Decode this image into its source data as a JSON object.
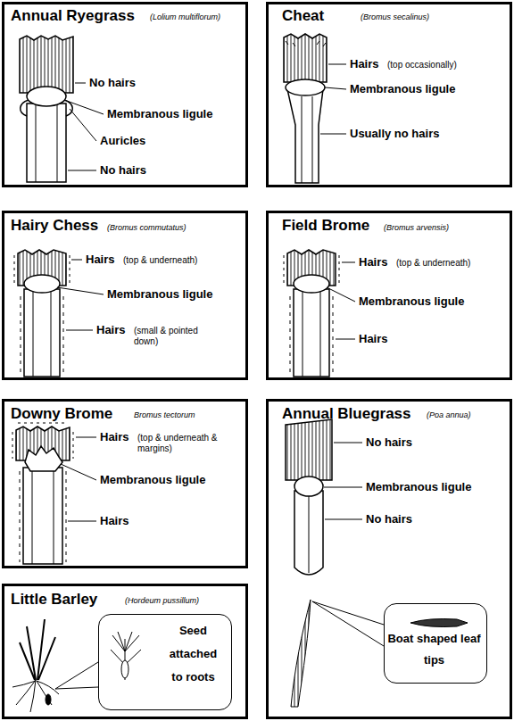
{
  "diagram": {
    "nodes": [
      {
        "text": [
          "Annual Ryegrass",
          "(Lolium multiflorum)",
          "No hairs",
          "Membranous ligule",
          "Auricles",
          "No hairs"
        ]
      },
      {
        "text": [
          "Cheat",
          "(Bromus secalinus)",
          "Hairs",
          "(top occasionally)",
          "Membranous ligule",
          "Usually no hairs"
        ]
      },
      {
        "text": [
          "Hairy Chess",
          "(Bromus commutatus)",
          "Hairs",
          "(top & underneath)",
          "Membranous ligule",
          "Hairs",
          "(small & pointed down)"
        ]
      },
      {
        "text": [
          "Field Brome",
          "(Bromus arvensis)",
          "Hairs",
          "(top & underneath)",
          "Membranous ligule",
          "Hairs"
        ]
      },
      {
        "text": [
          "Downy Brome",
          "Bromus tectorum",
          "Hairs",
          "(top & underneath & margins)",
          "Membranous ligule",
          "Hairs"
        ]
      },
      {
        "text": [
          "Annual Bluegrass",
          "(Poa annua)",
          "No hairs",
          "Membranous ligule",
          "No hairs"
        ]
      },
      {
        "text": [
          "Little Barley",
          "(Hordeum pussillum)"
        ]
      },
      {
        "text": [
          "Seed attached to roots"
        ],
        "in": 6
      },
      {
        "text": [
          "Boat shaped leaf tips"
        ],
        "in": 5
      }
    ]
  }
}
